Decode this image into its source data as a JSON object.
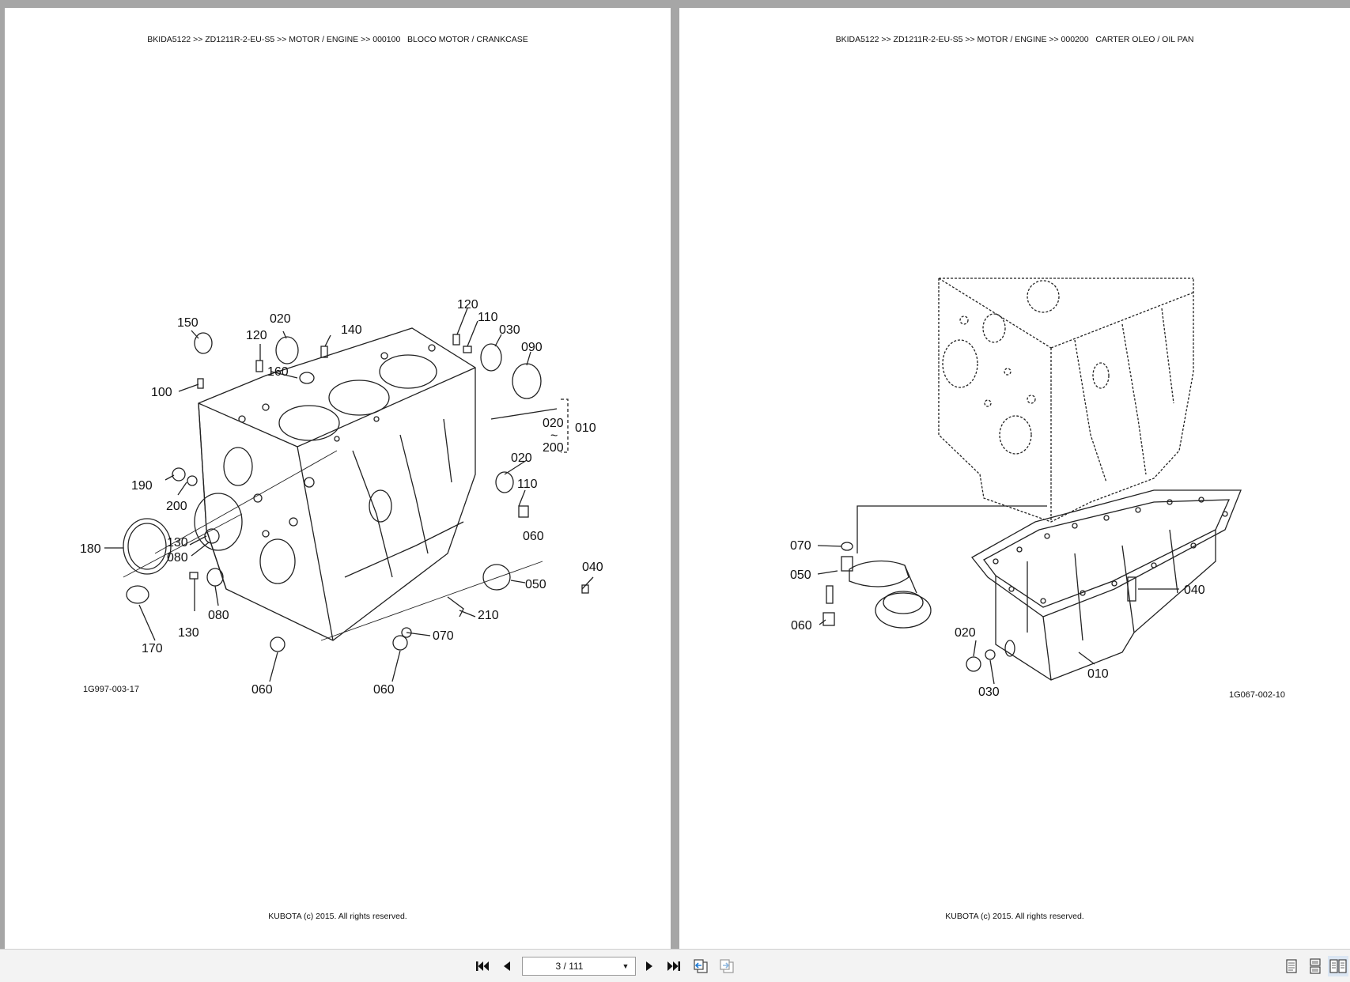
{
  "left_page": {
    "header": "BKIDA5122 >> ZD1211R-2-EU-S5 >> MOTOR / ENGINE >> 000100   BLOCO MOTOR / CRANKCASE",
    "figure_code": "1G997-003-17",
    "footer": "KUBOTA (c) 2015. All rights reserved.",
    "callouts": [
      "150",
      "020",
      "120",
      "140",
      "160",
      "100",
      "120",
      "110",
      "030",
      "090",
      "020",
      "~",
      "200",
      "010",
      "190",
      "200",
      "180",
      "130",
      "080",
      "020",
      "110",
      "060",
      "040",
      "050",
      "130",
      "080",
      "210",
      "070",
      "170",
      "060",
      "060"
    ]
  },
  "right_page": {
    "header": "BKIDA5122 >> ZD1211R-2-EU-S5 >> MOTOR / ENGINE >> 000200   CARTER OLEO / OIL PAN",
    "figure_code": "1G067-002-10",
    "footer": "KUBOTA (c) 2015. All rights reserved.",
    "callouts": [
      "070",
      "050",
      "060",
      "040",
      "020",
      "010",
      "030"
    ]
  },
  "toolbar": {
    "page_value": "3 / 111",
    "first_icon": "first-page-icon",
    "prev_icon": "prev-page-icon",
    "next_icon": "next-page-icon",
    "last_icon": "last-page-icon",
    "history_back_icon": "history-back-icon",
    "history_forward_icon": "history-forward-icon",
    "single_page_icon": "single-page-view-icon",
    "continuous_icon": "continuous-view-icon",
    "facing_icon": "facing-view-icon"
  }
}
